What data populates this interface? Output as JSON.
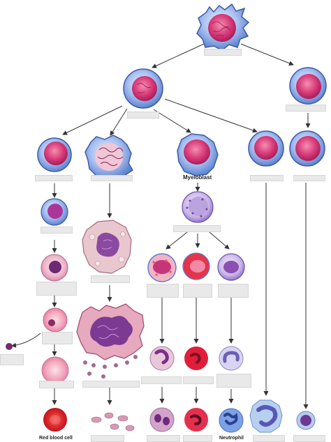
{
  "diagram": {
    "title": "",
    "visible_text": {
      "myeloblast": "Myeloblast",
      "neutrophil": "Neutrophil",
      "red_blood_cell": "Red blood cell"
    },
    "palette": {
      "cytoplasm_blue": "#7a9fe0",
      "nucleus_magenta": "#d23a7a",
      "erythrocyte_red": "#d8202a",
      "granule_purple": "#7a3f9a",
      "arrow": "#333333",
      "label_box": "#e9e9e9"
    }
  }
}
